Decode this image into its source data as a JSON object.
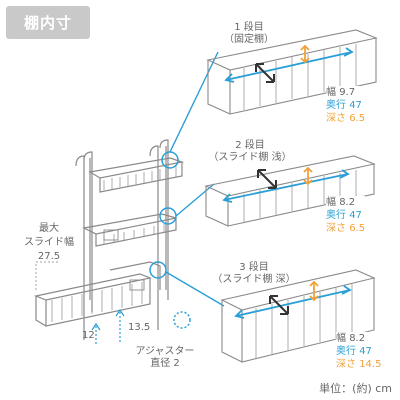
{
  "title": "棚内寸",
  "shelves": [
    {
      "level": "1 段目",
      "type": "（固定棚）",
      "width_label": "幅",
      "width_value": "9.7",
      "depth_label": "奥行",
      "depth_value": "47",
      "height_label": "深さ",
      "height_value": "6.5"
    },
    {
      "level": "2 段目",
      "type": "（スライド棚 浅）",
      "width_label": "幅",
      "width_value": "8.2",
      "depth_label": "奥行",
      "depth_value": "47",
      "height_label": "深さ",
      "height_value": "6.5"
    },
    {
      "level": "3 段目",
      "type": "（スライド棚 深）",
      "width_label": "幅",
      "width_value": "8.2",
      "depth_label": "奥行",
      "depth_value": "47",
      "height_label": "深さ",
      "height_value": "14.5"
    }
  ],
  "slide_width": {
    "line1": "最大",
    "line2": "スライド幅",
    "value": "27.5"
  },
  "measure_12": "12",
  "measure_13_5": "13.5",
  "adjuster": {
    "line1": "アジャスター",
    "line2": "直径 2"
  },
  "unit_label": "単位：(約) cm",
  "colors": {
    "accent_blue": "#2a9fd6",
    "accent_orange": "#f0a23a",
    "tag_gray": "#c9c9c9",
    "line_gray": "#8a8a8a",
    "arrow_dark": "#333333"
  }
}
